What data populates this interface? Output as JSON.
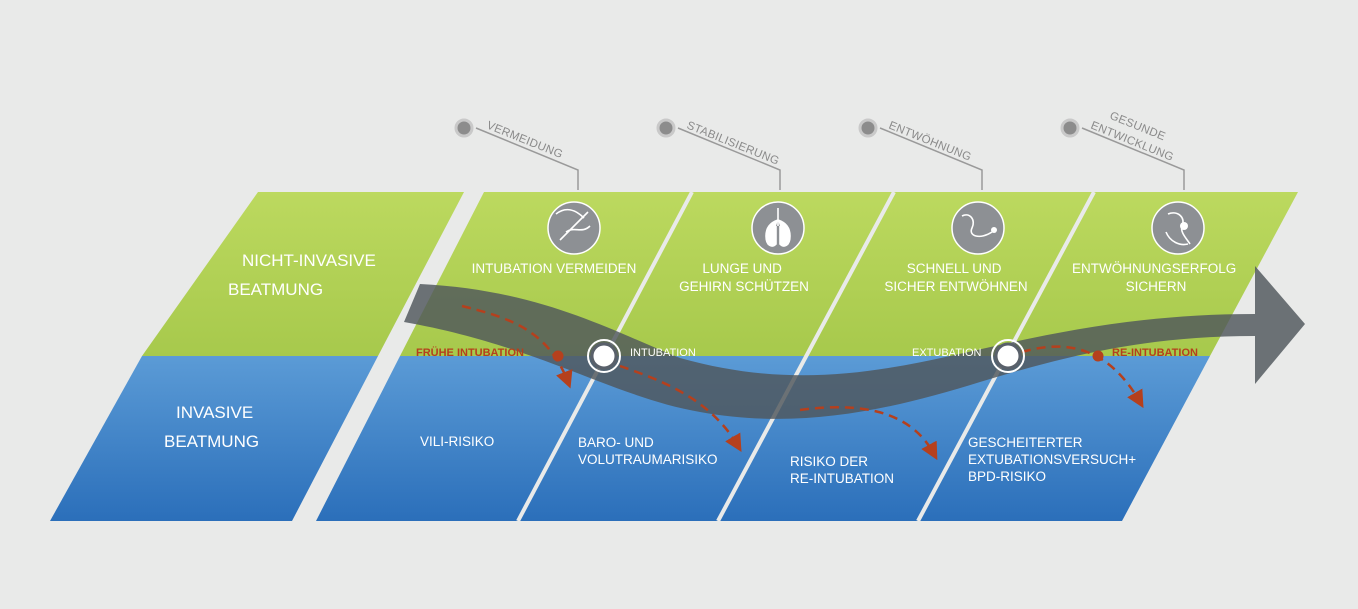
{
  "colors": {
    "background": "#e9eae9",
    "green": "#b7d55c",
    "blue": "#3f86cc",
    "arrow": "#5a6166",
    "red": "#b5401d",
    "phase_dot": "#8c8c8c"
  },
  "left_panel": {
    "noninvasive": [
      "NICHT-INVASIVE",
      "BEATMUNG"
    ],
    "invasive": [
      "INVASIVE",
      "BEATMUNG"
    ]
  },
  "phases": [
    {
      "label": [
        "VERMEIDUNG"
      ],
      "icon": "airway-icon"
    },
    {
      "label": [
        "STABILISIERUNG"
      ],
      "icon": "lungs-icon"
    },
    {
      "label": [
        "ENTWÖHNUNG"
      ],
      "icon": "weaning-tube-icon"
    },
    {
      "label": [
        "GESUNDE",
        "ENTWICKLUNG"
      ],
      "icon": "healthy-development-icon"
    }
  ],
  "green_columns": [
    [
      "INTUBATION VERMEIDEN"
    ],
    [
      "LUNGE UND",
      "GEHIRN SCHÜTZEN"
    ],
    [
      "SCHNELL UND",
      "SICHER ENTWÖHNEN"
    ],
    [
      "ENTWÖHNUNGSERFOLG",
      "SICHERN"
    ]
  ],
  "blue_columns": [
    [
      "VILI-RISIKO"
    ],
    [
      "BARO- UND",
      "VOLUTRAUMARISIKO"
    ],
    [
      "RISIKO DER",
      "RE-INTUBATION"
    ],
    [
      "GESCHEITERTER",
      "EXTUBATIONSVERSUCH+",
      "BPD-RISIKO"
    ]
  ],
  "transitions": {
    "fruehe_intubation": "FRÜHE INTUBATION",
    "intubation": "INTUBATION",
    "extubation": "EXTUBATION",
    "re_intubation": "RE-INTUBATION"
  }
}
